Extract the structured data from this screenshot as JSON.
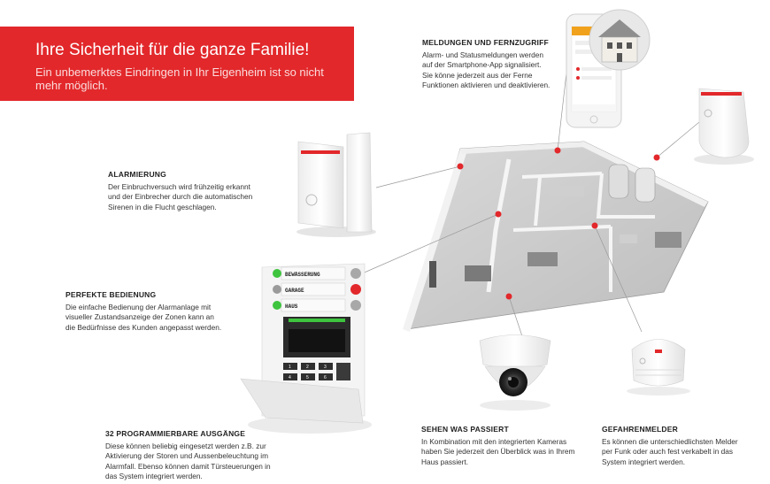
{
  "header": {
    "title": "Ihre Sicherheit für die ganze Familie!",
    "subtitle": "Ein unbemerktes Eindringen in Ihr Eigenheim ist so nicht mehr möglich."
  },
  "features": {
    "remote": {
      "title": "MELDUNGEN UND FERNZUGRIFF",
      "body": "Alarm- und Statusmeldungen werden\nauf der Smartphone-App signalisiert.\nSie könne jederzeit aus der Ferne\nFunktionen aktivieren und deaktivieren."
    },
    "alarm": {
      "title": "ALARMIERUNG",
      "body": "Der Einbruchversuch wird frühzeitig erkannt\nund der Einbrecher durch die automatischen\nSirenen in die Flucht geschlagen."
    },
    "operation": {
      "title": "PERFEKTE BEDIENUNG",
      "body": "Die einfache Bedienung der Alarmanlage mit\nvisueller Zustandsanzeige der Zonen kann an\ndie Bedürfnisse des Kunden angepasst werden."
    },
    "outputs": {
      "title": "32 PROGRAMMIERBARE AUSGÄNGE",
      "body": "Diese können beliebig eingesetzt werden z.B. zur\nAktivierung der Storen und Aussenbeleuchtung im\nAlarmfall. Ebenso können damit Türsteuerungen in\ndas System integriert werden."
    },
    "camera": {
      "title": "SEHEN WAS PASSIERT",
      "body": "In Kombination mit den integrierten Kameras\nhaben Sie jederzeit den Überblick was in Ihrem\nHaus passiert."
    },
    "detector": {
      "title": "GEFAHRENMELDER",
      "body": "Es können die unterschiedlichsten Melder\nper Funk oder auch fest verkabelt in das\nSystem integriert werden."
    }
  },
  "keypad": {
    "zones": [
      "BEWÄSSERUNG",
      "GARAGE",
      "HAUS"
    ],
    "keys": [
      "1",
      "2",
      "3",
      "4",
      "5",
      "6"
    ]
  },
  "colors": {
    "accent": "#e2282b",
    "zone_on": "#3ec43e",
    "zone_alarm": "#e2282b"
  }
}
